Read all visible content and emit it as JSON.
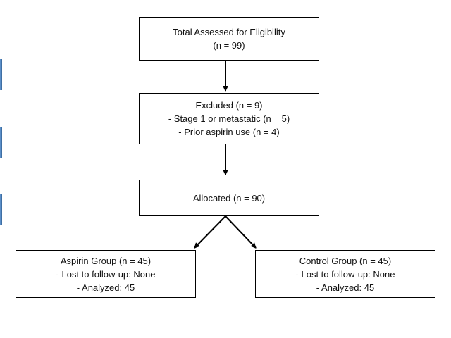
{
  "flowchart": {
    "assessed": {
      "title": "Total Assessed for Eligibility",
      "count": "(n = 99)"
    },
    "excluded": {
      "title": "Excluded (n = 9)",
      "reasons": [
        "- Stage 1 or metastatic (n = 5)",
        "- Prior aspirin use (n = 4)"
      ]
    },
    "allocated": {
      "title": "Allocated (n = 90)"
    },
    "aspirin_group": {
      "title": "Aspirin Group (n = 45)",
      "lost": "- Lost to follow-up: None",
      "analyzed": "- Analyzed: 45"
    },
    "control_group": {
      "title": "Control Group (n = 45)",
      "lost": "- Lost to follow-up: None",
      "analyzed": "- Analyzed: 45"
    }
  },
  "colors": {
    "box_border": "#000000",
    "arrow": "#000000",
    "side_tab": "#5b8fc9"
  }
}
